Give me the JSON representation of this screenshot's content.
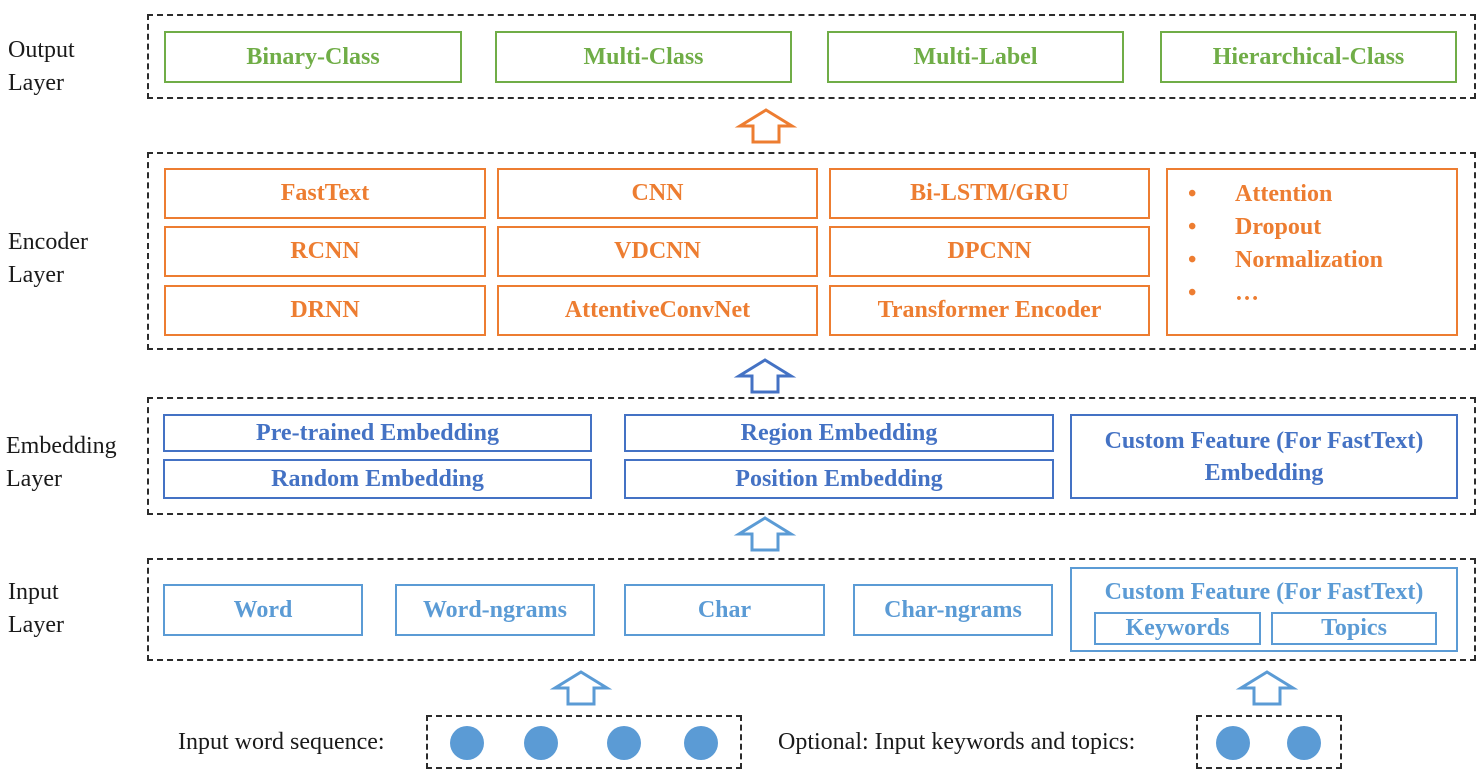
{
  "layers": {
    "output": "Output\nLayer",
    "encoder": "Encoder\nLayer",
    "embedding": "Embedding\nLayer",
    "input": "Input\nLayer"
  },
  "output_layer": {
    "boxes": [
      "Binary-Class",
      "Multi-Class",
      "Multi-Label",
      "Hierarchical-Class"
    ]
  },
  "encoder_layer": {
    "models": [
      [
        "FastText",
        "CNN",
        "Bi-LSTM/GRU"
      ],
      [
        "RCNN",
        "VDCNN",
        "DPCNN"
      ],
      [
        "DRNN",
        "AttentiveConvNet",
        "Transformer Encoder"
      ]
    ],
    "bullet_symbol": "•",
    "extras": [
      "Attention",
      "Dropout",
      "Normalization",
      "…"
    ]
  },
  "embedding_layer": {
    "col1": [
      "Pre-trained Embedding",
      "Random Embedding"
    ],
    "col2": [
      "Region Embedding",
      "Position Embedding"
    ],
    "custom": [
      "Custom Feature (For FastText)",
      "Embedding"
    ]
  },
  "input_layer": {
    "boxes": [
      "Word",
      "Word-ngrams",
      "Char",
      "Char-ngrams"
    ],
    "custom_title": "Custom Feature (For FastText)",
    "custom_items": [
      "Keywords",
      "Topics"
    ]
  },
  "inputs": {
    "word_sequence_label": "Input word sequence:",
    "optional_label": "Optional: Input keywords and topics:"
  },
  "colors": {
    "green": "#70ad47",
    "orange": "#ed7d31",
    "blue": "#4472c4",
    "light_blue": "#5b9bd5"
  }
}
